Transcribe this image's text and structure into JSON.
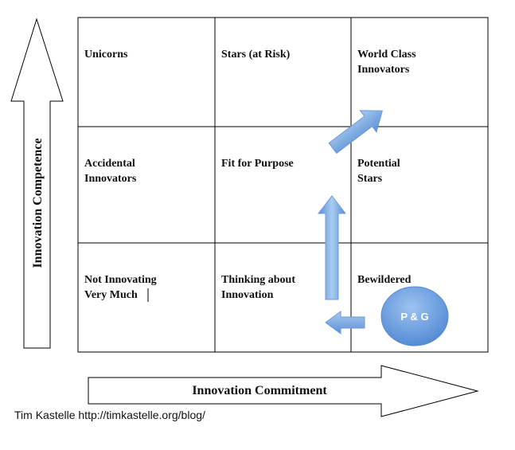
{
  "grid": {
    "rows": [
      [
        "Unicorns",
        "Stars (at Risk)",
        "World Class Innovators"
      ],
      [
        "Accidental Innovators",
        "Fit for Purpose",
        "Potential Stars"
      ],
      [
        "Not Innovating Very Much",
        "Thinking about Innovation",
        "Bewildered"
      ]
    ],
    "lines": [
      [
        "Unicorns",
        "",
        "Stars (at Risk)",
        "",
        "World Class",
        "Innovators"
      ],
      [
        "Accidental",
        "Innovators",
        "Fit for Purpose",
        "",
        "Potential",
        "Stars"
      ],
      [
        "Not Innovating",
        "Very Much",
        "Thinking about",
        "Innovation",
        "Bewildered",
        ""
      ]
    ]
  },
  "axes": {
    "y_label": "Innovation Competence",
    "x_label": "Innovation Commitment"
  },
  "marker": {
    "label": "P & G",
    "fill": "#6a9fdf"
  },
  "arrow_color": "#7fb0e6",
  "credit": "Tim Kastelle http://timkastelle.org/blog/"
}
